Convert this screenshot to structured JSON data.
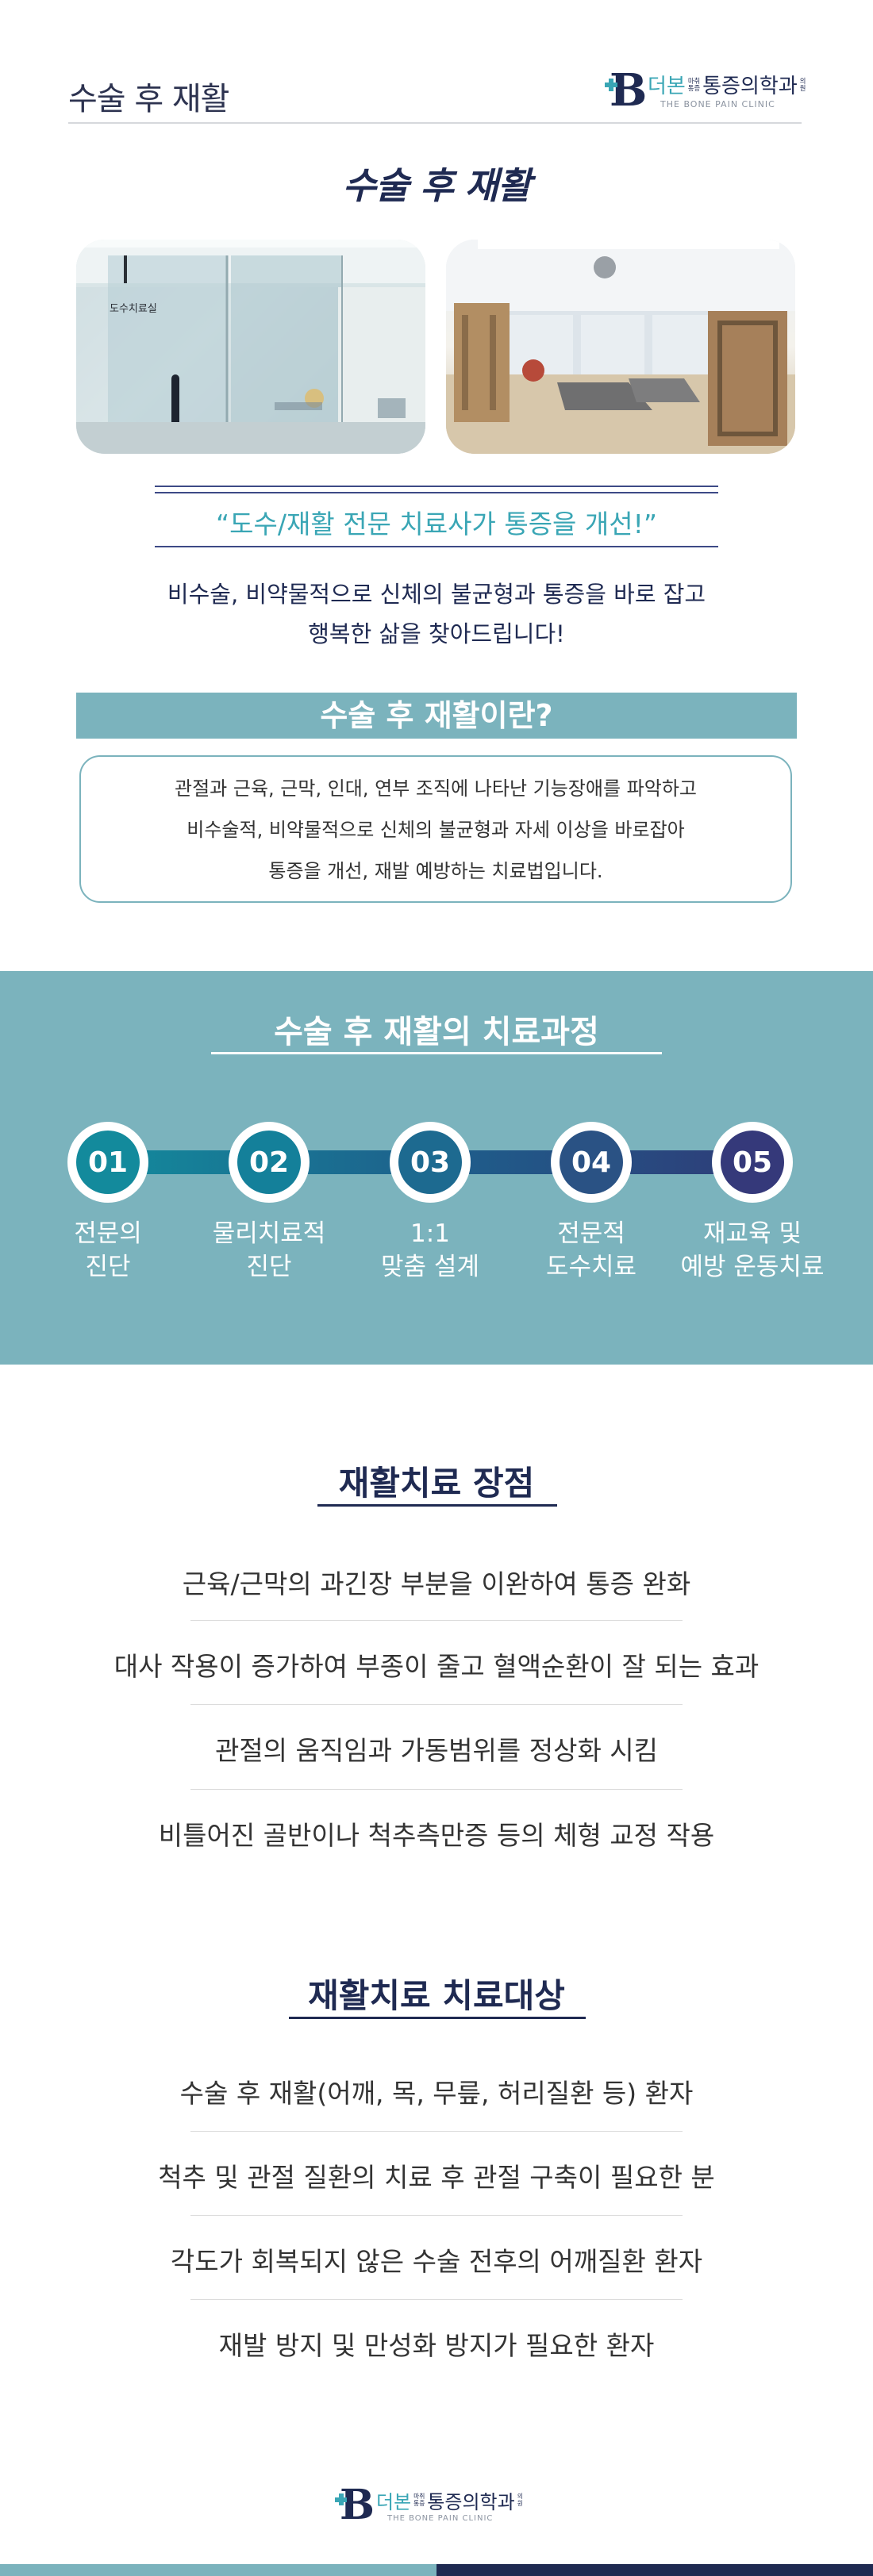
{
  "header": {
    "title": "수술 후 재활",
    "logo": {
      "mark": "B",
      "name_prefix": "더본",
      "name_mini_top": "마취",
      "name_mini_bottom": "통증",
      "name_main": "통증의학과",
      "name_suffix_top": "의",
      "name_suffix_bottom": "원",
      "subtitle": "THE BONE PAIN CLINIC"
    }
  },
  "hero": {
    "heading": "수술 후 재활",
    "photo_1_sign": "도수치료실"
  },
  "quote": "“도수/재활 전문 치료사가 통증을 개선!”",
  "intro": {
    "line_1": "비수술, 비약물적으로 신체의 불균형과 통증을 바로 잡고",
    "line_2": "행복한 삶을 찾아드립니다!"
  },
  "what_is": {
    "heading": "수술 후 재활이란?",
    "lines": [
      "관절과 근육, 근막, 인대, 연부 조직에 나타난 기능장애를 파악하고",
      "비수술적, 비약물적으로 신체의 불균형과 자세 이상을 바로잡아",
      "통증을 개선, 재발 예방하는 치료법입니다."
    ]
  },
  "process": {
    "heading": "수술 후 재활의 치료과정",
    "steps": [
      {
        "num": "01",
        "line_1": "전문의",
        "line_2": "진단",
        "color": "#138a9c"
      },
      {
        "num": "02",
        "line_1": "물리치료적",
        "line_2": "진단",
        "color": "#14809a"
      },
      {
        "num": "03",
        "line_1": "1:1",
        "line_2": "맞춤 설계",
        "color": "#1d6a90"
      },
      {
        "num": "04",
        "line_1": "전문적",
        "line_2": "도수치료",
        "color": "#2a5284"
      },
      {
        "num": "05",
        "line_1": "재교육 및",
        "line_2": "예방 운동치료",
        "color": "#35397a"
      }
    ]
  },
  "benefits": {
    "heading": "재활치료 장점",
    "items": [
      "근육/근막의 과긴장 부분을 이완하여 통증 완화",
      "대사 작용이 증가하여 부종이 줄고 혈액순환이 잘 되는 효과",
      "관절의 움직임과 가동범위를 정상화 시킴",
      "비틀어진 골반이나 척추측만증 등의 체형 교정 작용"
    ]
  },
  "targets": {
    "heading": "재활치료 치료대상",
    "items": [
      "수술 후 재활(어깨, 목, 무릎, 허리질환 등) 환자",
      "척추 및 관절 질환의 치료 후 관절 구축이 필요한 분",
      "각도가 회복되지 않은 수술 전후의 어깨질환 환자",
      "재발 방지 및 만성화 방지가 필요한 환자"
    ]
  },
  "footer": {
    "logo_mark": "B",
    "logo_prefix": "더본",
    "logo_main": "통증의학과",
    "logo_subtitle": "THE BONE PAIN CLINIC"
  },
  "colors": {
    "navy": "#1f2a52",
    "teal": "#7bb3bd",
    "accent": "#3aa6b5"
  }
}
